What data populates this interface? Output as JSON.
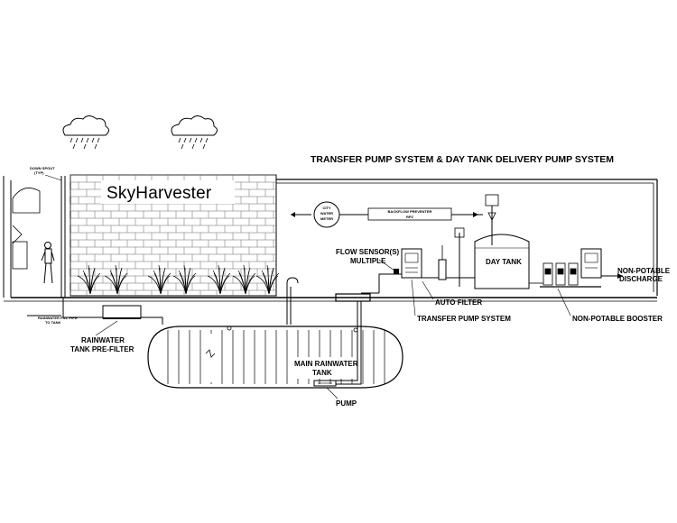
{
  "diagram": {
    "title": "TRANSFER PUMP SYSTEM & DAY TANK DELIVERY PUMP SYSTEM",
    "brand": "SkyHarvester",
    "labels": {
      "down_spout": "DOWN SPOUT",
      "typ": "(TYP)",
      "city_water_1": "CITY",
      "city_water_2": "WATER",
      "city_water_3": "METER",
      "backflow_1": "BACKFLOW PREVENTER",
      "backflow_2": "RPZ",
      "flow_sensor_1": "FLOW SENSOR(S)",
      "flow_sensor_2": "MULTIPLE",
      "day_tank": "DAY TANK",
      "non_potable_1": "NON-POTABLE",
      "non_potable_2": "DISCHARGE",
      "auto_filter": "AUTO FILTER",
      "transfer_pump_system": "TRANSFER PUMP SYSTEM",
      "non_potable_booster": "NON-POTABLE BOOSTER",
      "rainwater_prefilter_1": "RAINWATER",
      "rainwater_prefilter_2": "TANK PRE-FILTER",
      "main_tank_1": "MAIN RAINWATER",
      "main_tank_2": "TANK",
      "pump": "PUMP",
      "overflow_1": "RAINWATER FILL PIPE",
      "overflow_2": "TO TANK"
    },
    "colors": {
      "line": "#000000",
      "background": "#ffffff"
    }
  }
}
